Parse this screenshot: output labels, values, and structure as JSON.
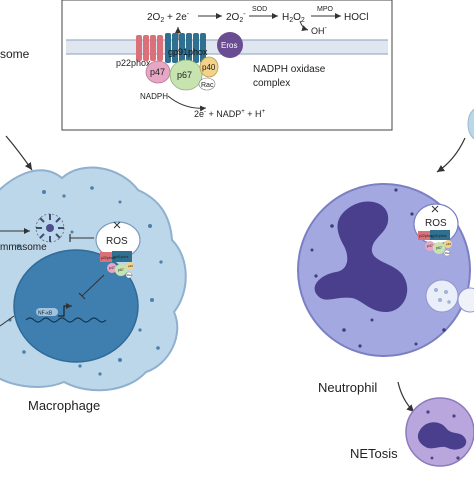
{
  "inset": {
    "reaction_o2": "2O",
    "reaction_o2_sub": "2",
    "reaction_plus_e": " + 2e",
    "reaction_e_sup": "-",
    "superoxide": "2O",
    "superoxide_sub": "2",
    "superoxide_sup": "-",
    "sod": "SOD",
    "h2o2": "H",
    "h2o2_sub1": "2",
    "h2o2_o": "O",
    "h2o2_sub2": "2",
    "mpo": "MPO",
    "hocl": "HOCl",
    "oh": "OH",
    "oh_sup": "-",
    "gp91phox": "gp91phox",
    "eros": "Eros",
    "p22phox": "p22phox",
    "p47": "p47",
    "p67": "p67",
    "p40": "p40",
    "rac": "Rac",
    "nadph": "NADPH",
    "complex_line1": "NADPH oxidase",
    "complex_line2": "complex",
    "product": "2e",
    "product_sup": "-",
    "product_rest": " + NADP",
    "product_sup2": "+",
    "product_rest2": " + H",
    "product_sup3": "+"
  },
  "left_fragment": "some",
  "macrophage": {
    "label": "Macrophage",
    "inflammasome": "mmasome",
    "ros": "ROS",
    "mini_p22": "p22phox",
    "mini_gp91": "gp91phox",
    "mini_p47": "p47",
    "mini_p67": "p67",
    "mini_p40": "p40",
    "mini_rac": "Rac",
    "nfkb": "NF-κB"
  },
  "neutrophil": {
    "label": "Neutrophil",
    "ros": "ROS",
    "mini_p22": "p22phox",
    "mini_gp91": "gp91phox",
    "mini_p47": "p47",
    "mini_p67": "p67",
    "mini_p40": "p40",
    "mini_rac": "Rac"
  },
  "netosis": {
    "label": "NETosis"
  },
  "colors": {
    "membrane": "#b7c6d9",
    "p22": "#d9707a",
    "gp91": "#2f6f8f",
    "eros": "#6a4c93",
    "p47": "#e7a6c4",
    "p67": "#c7e3b0",
    "p40": "#f3d389",
    "macrophage": "#bcd6ea",
    "macrophage_nucleus": "#3f7fb0",
    "neutrophil": "#a4a8e0",
    "neutrophil_nucleus": "#4a3f8c"
  }
}
